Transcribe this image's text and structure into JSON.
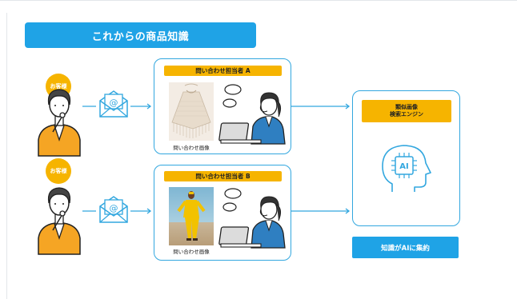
{
  "title": "これからの商品知識",
  "customers": [
    {
      "badge": "お客様"
    },
    {
      "badge": "お客様"
    }
  ],
  "operators": [
    {
      "label": "問い合わせ担当者 A",
      "caption": "問い合わせ画像",
      "icon": "mail-at-icon",
      "product": "knit-poncho"
    },
    {
      "label": "問い合わせ担当者 B",
      "caption": "問い合わせ画像",
      "icon": "mail-at-icon",
      "product": "yellow-outfit"
    }
  ],
  "engine": {
    "line1": "類似画像",
    "line2": "検索エンジン",
    "icon": "ai-head-icon"
  },
  "result": "知識がAIに集約",
  "colors": {
    "accent_blue": "#1fa3e6",
    "accent_yellow": "#f6b400",
    "panel_border": "#32a7df",
    "jacket_orange": "#f5a524"
  }
}
